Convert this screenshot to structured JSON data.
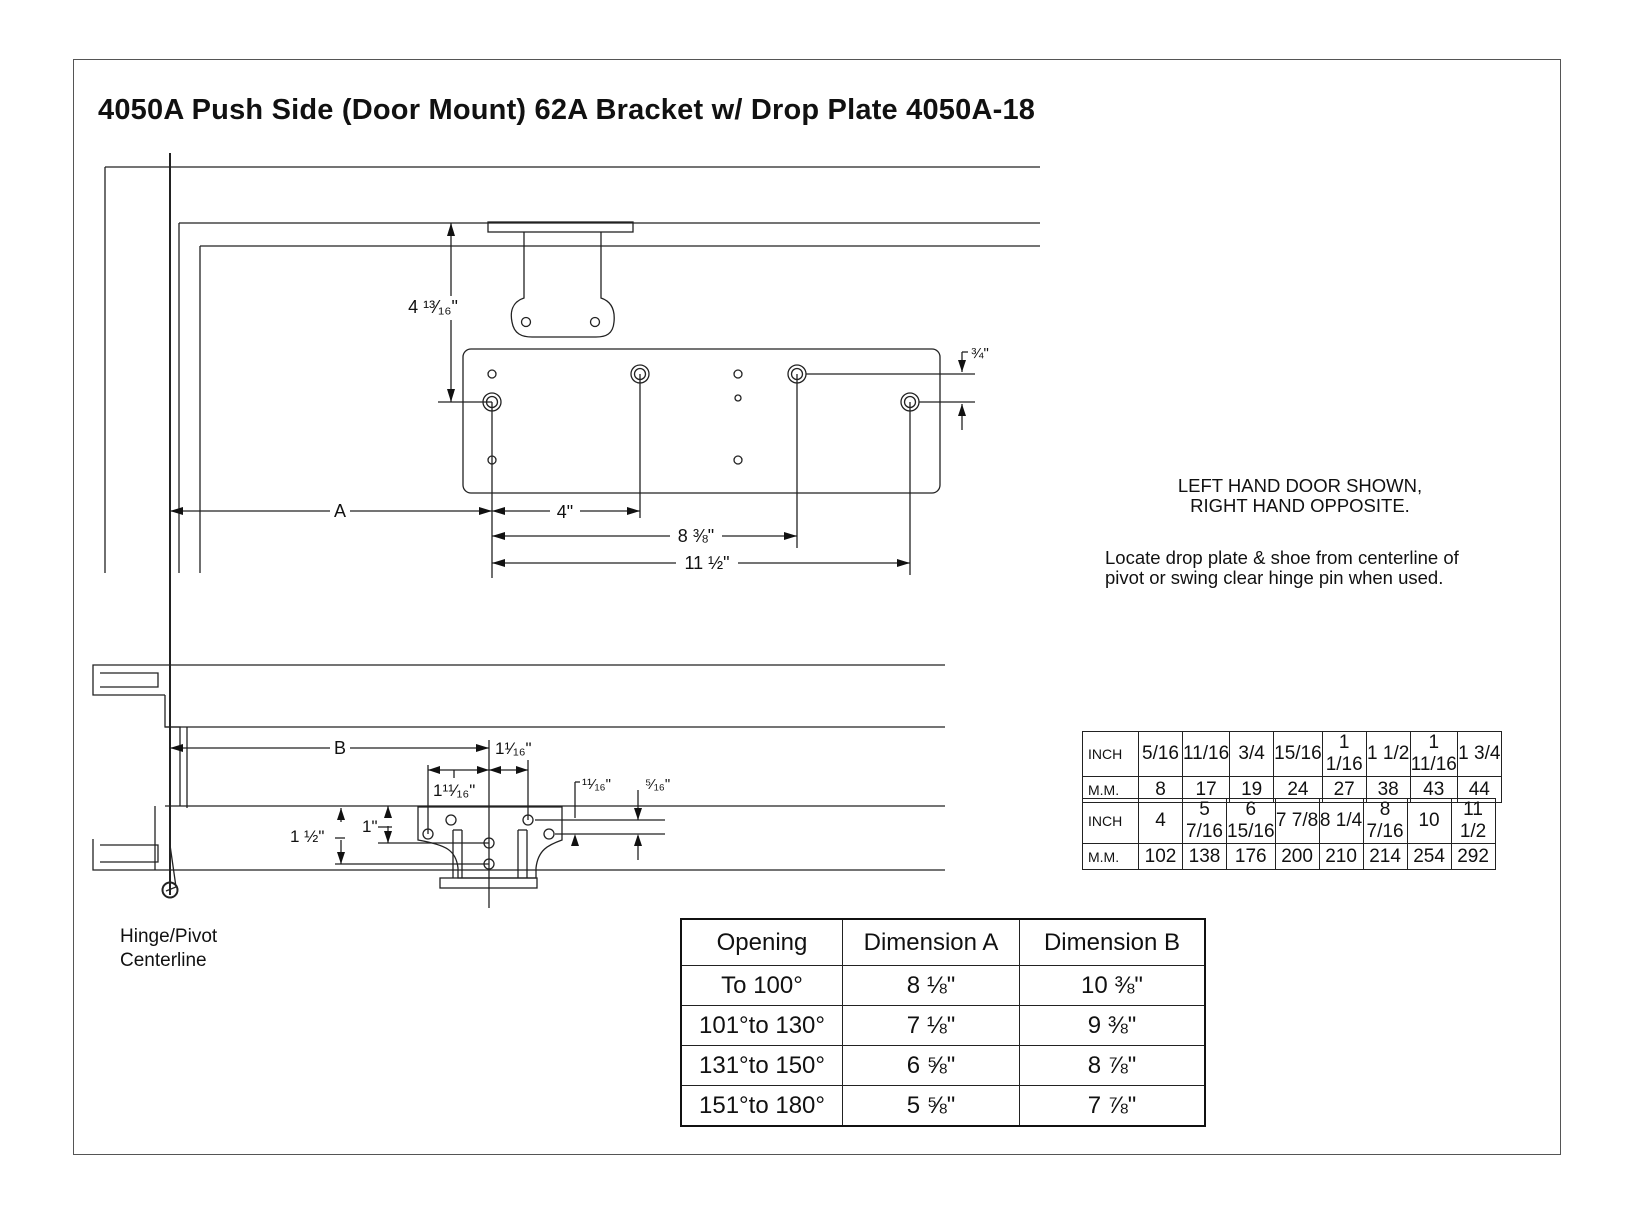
{
  "title": "4050A Push Side (Door Mount) 62A Bracket w/ Drop Plate 4050A-18",
  "notes": {
    "hand_line1": "LEFT HAND DOOR SHOWN,",
    "hand_line2": "RIGHT HAND OPPOSITE.",
    "locate_line1": "Locate drop plate & shoe from centerline of",
    "locate_line2": "pivot or swing clear hinge pin when used.",
    "hinge_line1": "Hinge/Pivot",
    "hinge_line2": "Centerline"
  },
  "dimension_labels": {
    "top_height": "4 ¹³⁄₁₆\"",
    "three_quarter": "¾\"",
    "a": "A",
    "four": "4\"",
    "eight_three_eighths": "8 ⅜\"",
    "eleven_half": "11 ½\"",
    "b": "B",
    "one_one_sixteenth": "1¹⁄₁₆\"",
    "one_eleven_sixteenths": "1¹¹⁄₁₆\"",
    "eleven_sixteenths": "¹¹⁄₁₆\"",
    "five_sixteenths": "⁵⁄₁₆\"",
    "one_half": "1 ½\"",
    "one": "1\""
  },
  "conversion": {
    "inch_label": "INCH",
    "mm_label": "M.M.",
    "row1_inch": [
      "5/16",
      "11/16",
      "3/4",
      "15/16",
      "1 1/16",
      "1 1/2",
      "1 11/16",
      "1 3/4"
    ],
    "row1_mm": [
      "8",
      "17",
      "19",
      "24",
      "27",
      "38",
      "43",
      "44"
    ],
    "row2_inch": [
      "4",
      "5 7/16",
      "6 15/16",
      "7 7/8",
      "8 1/4",
      "8 7/16",
      "10",
      "11 1/2"
    ],
    "row2_mm": [
      "102",
      "138",
      "176",
      "200",
      "210",
      "214",
      "254",
      "292"
    ]
  },
  "dimension_table": {
    "headers": [
      "Opening",
      "Dimension A",
      "Dimension B"
    ],
    "rows": [
      [
        "To 100°",
        "8 ⅛\"",
        "10 ⅜\""
      ],
      [
        "101°to 130°",
        "7 ⅛\"",
        "9 ⅜\""
      ],
      [
        "131°to 150°",
        "6 ⅝\"",
        "8 ⅞\""
      ],
      [
        "151°to 180°",
        "5 ⅝\"",
        "7 ⅞\""
      ]
    ]
  }
}
